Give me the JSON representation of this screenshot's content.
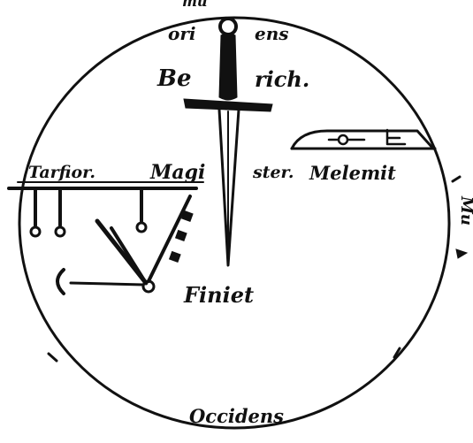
{
  "labels": {
    "top_partial": "mu",
    "top_left": "ori",
    "top_right": "ens",
    "upper_left": "Be",
    "upper_right": "rich.",
    "left_region": "Tarfior.",
    "left_center": "Magi",
    "right_center": "ster.",
    "right_region": "Melemit",
    "lower_center": "Finiet",
    "bottom": "Occidens",
    "right_margin": "Mu"
  },
  "colors": {
    "ink": "#111111",
    "paper": "#ffffff"
  }
}
